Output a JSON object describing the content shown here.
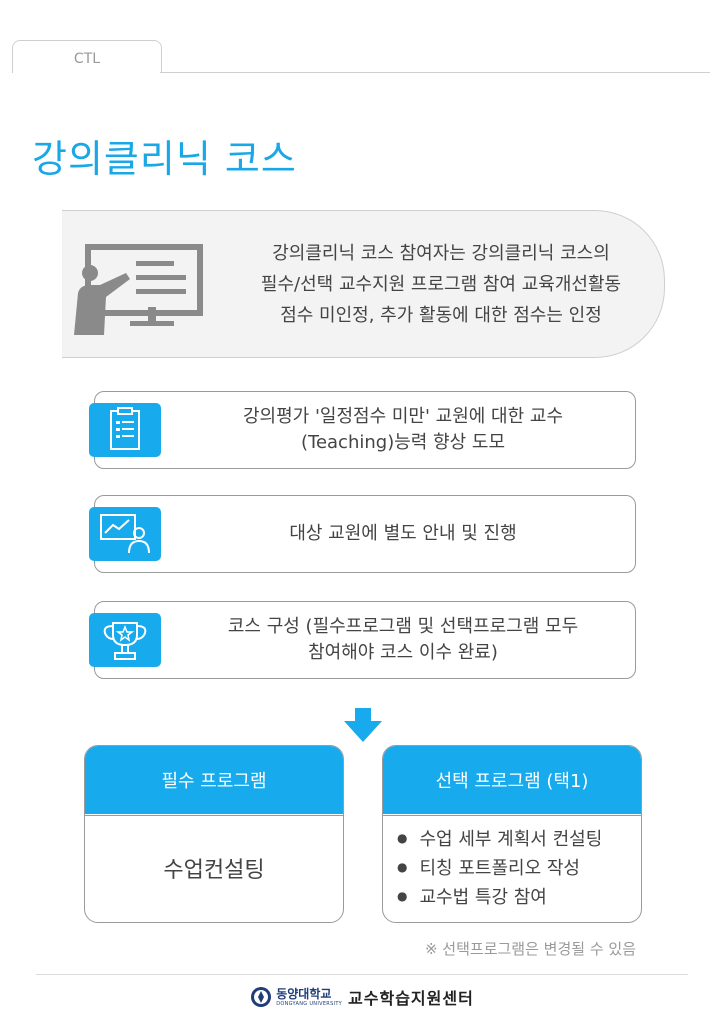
{
  "tab": {
    "label": "CTL"
  },
  "title": "강의클리닉 코스",
  "intro": {
    "lines": [
      "강의클리닉 코스 참여자는 강의클리닉 코스의",
      "필수/선택 교수지원 프로그램 참여 교육개선활동",
      "점수 미인정, 추가 활동에 대한 점수는 인정"
    ],
    "icon": "teacher-board-icon"
  },
  "cards": [
    {
      "icon": "clipboard-icon",
      "lines": [
        "강의평가 '일정점수 미만' 교원에 대한 교수",
        "(Teaching)능력 향상 도모"
      ]
    },
    {
      "icon": "presenter-icon",
      "lines": [
        "대상 교원에 별도 안내 및 진행"
      ]
    },
    {
      "icon": "trophy-icon",
      "lines": [
        "코스 구성 (필수프로그램 및 선택프로그램 모두",
        "참여해야 코스 이수 완료)"
      ]
    }
  ],
  "arrow_icon": "arrow-down-icon",
  "required": {
    "header": "필수 프로그램",
    "item": "수업컨설팅"
  },
  "selective": {
    "header": "선택 프로그램 (택1)",
    "items": [
      "수업 세부 계획서 컨설팅",
      "티칭 포트폴리오 작성",
      "교수법 특강 참여"
    ]
  },
  "note": "※ 선택프로그램은 변경될 수 있음",
  "footer": {
    "logo_icon": "university-emblem-icon",
    "university": "동양대학교",
    "university_en": "DONGYANG UNIVERSITY",
    "center": "교수학습지원센터"
  },
  "colors": {
    "accent": "#17aaed",
    "title": "#1aa7e8"
  }
}
